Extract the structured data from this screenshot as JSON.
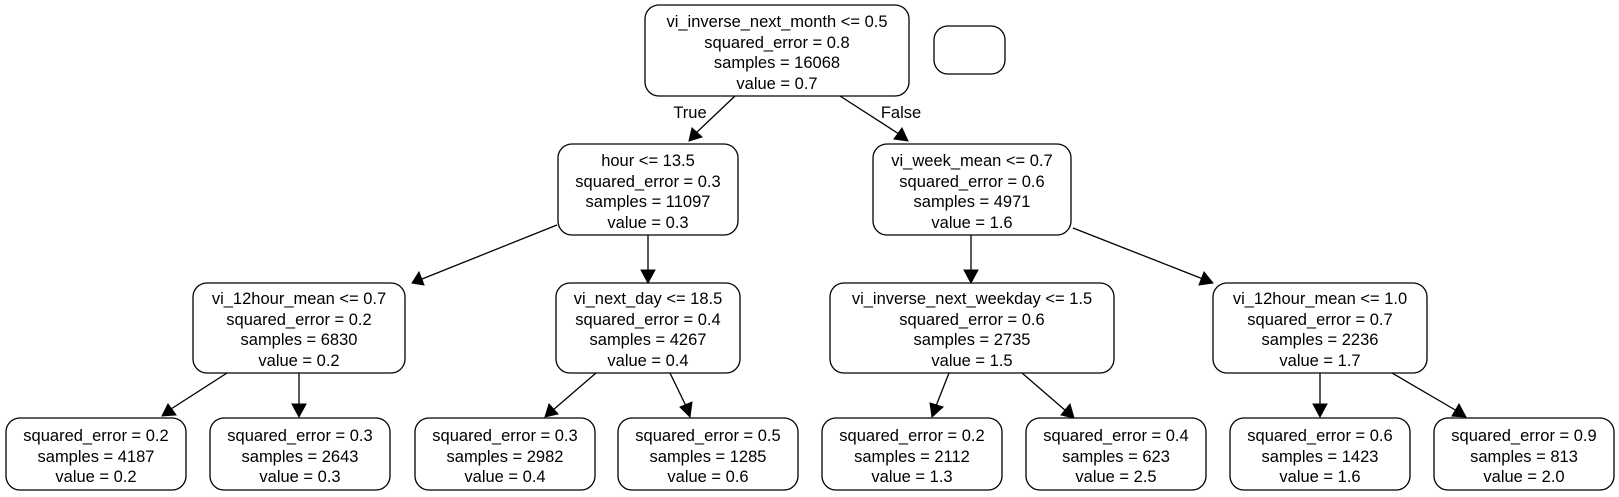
{
  "tree": {
    "root": {
      "lines": [
        "vi_inverse_next_month <= 0.5",
        "squared_error = 0.8",
        "samples = 16068",
        "value = 0.7"
      ]
    },
    "legend_box": {},
    "edge_labels": {
      "true_label": "True",
      "false_label": "False"
    },
    "level1": [
      {
        "lines": [
          "hour <= 13.5",
          "squared_error = 0.3",
          "samples = 11097",
          "value = 0.3"
        ]
      },
      {
        "lines": [
          "vi_week_mean <= 0.7",
          "squared_error = 0.6",
          "samples = 4971",
          "value = 1.6"
        ]
      }
    ],
    "level2": [
      {
        "lines": [
          "vi_12hour_mean <= 0.7",
          "squared_error = 0.2",
          "samples = 6830",
          "value = 0.2"
        ]
      },
      {
        "lines": [
          "vi_next_day <= 18.5",
          "squared_error = 0.4",
          "samples = 4267",
          "value = 0.4"
        ]
      },
      {
        "lines": [
          "vi_inverse_next_weekday <= 1.5",
          "squared_error = 0.6",
          "samples = 2735",
          "value = 1.5"
        ]
      },
      {
        "lines": [
          "vi_12hour_mean <= 1.0",
          "squared_error = 0.7",
          "samples = 2236",
          "value = 1.7"
        ]
      }
    ],
    "leaves": [
      {
        "lines": [
          "squared_error = 0.2",
          "samples = 4187",
          "value = 0.2"
        ]
      },
      {
        "lines": [
          "squared_error = 0.3",
          "samples = 2643",
          "value = 0.3"
        ]
      },
      {
        "lines": [
          "squared_error = 0.3",
          "samples = 2982",
          "value = 0.4"
        ]
      },
      {
        "lines": [
          "squared_error = 0.5",
          "samples = 1285",
          "value = 0.6"
        ]
      },
      {
        "lines": [
          "squared_error = 0.2",
          "samples = 2112",
          "value = 1.3"
        ]
      },
      {
        "lines": [
          "squared_error = 0.4",
          "samples = 623",
          "value = 2.5"
        ]
      },
      {
        "lines": [
          "squared_error = 0.6",
          "samples = 1423",
          "value = 1.6"
        ]
      },
      {
        "lines": [
          "squared_error = 0.9",
          "samples = 813",
          "value = 2.0"
        ]
      }
    ]
  }
}
